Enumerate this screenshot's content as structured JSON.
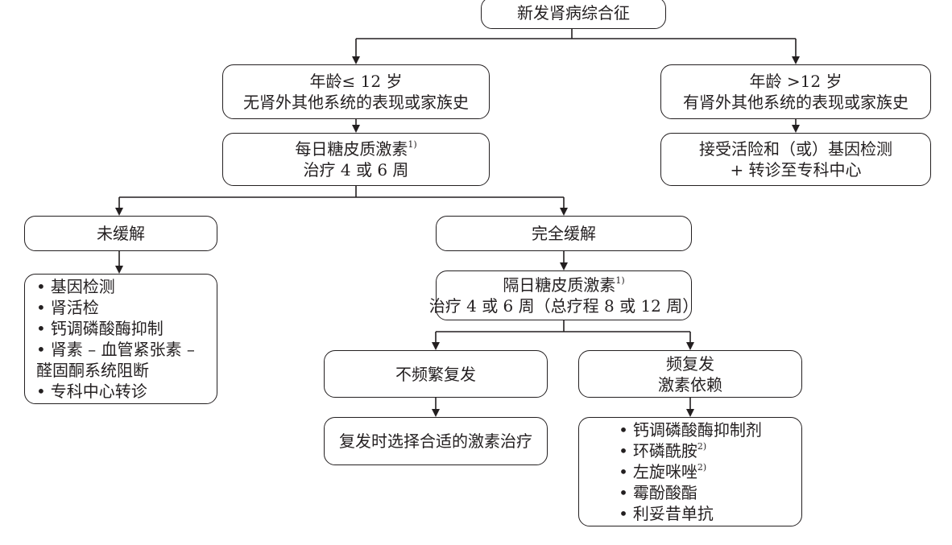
{
  "nodes": {
    "start": {
      "line1": "新发肾病综合征"
    },
    "age_low": {
      "line1": "年龄≤ 12 岁",
      "line2": "无肾外其他系统的表现或家族史"
    },
    "age_high": {
      "line1": "年龄 >12 岁",
      "line2": "有肾外其他系统的表现或家族史"
    },
    "daily_steroid": {
      "line1": "每日糖皮质激素",
      "line1_sup": "1)",
      "line2": "治疗 4 或 6 周"
    },
    "biopsy_genetic": {
      "line1": "接受活险和（或）基因检测",
      "line2": "+ 转诊至专科中心"
    },
    "no_remission": {
      "line1": "未缓解"
    },
    "complete_remission": {
      "line1": "完全缓解"
    },
    "no_remission_actions": {
      "items": [
        "基因检测",
        "肾活检",
        "钙调磷酸酶抑制",
        "肾素 – 血管紧张素 –",
        "醛固酮系统阻断",
        "专科中心转诊"
      ]
    },
    "alt_day_steroid": {
      "line1": "隔日糖皮质激素",
      "line1_sup": "1)",
      "line2": "治疗 4 或 6 周（总疗程 8 或 12 周）"
    },
    "infrequent_relapse": {
      "line1": "不频繁复发"
    },
    "frequent_relapse": {
      "line1": "频复发",
      "line2": "激素依赖"
    },
    "relapse_treatment": {
      "line1": "复发时选择合适的激素治疗"
    },
    "frequent_relapse_drugs": {
      "items": [
        {
          "text": "钙调磷酸酶抑制剂",
          "sup": ""
        },
        {
          "text": "环磷酰胺",
          "sup": "2)"
        },
        {
          "text": "左旋咪唑",
          "sup": "2)"
        },
        {
          "text": "霉酚酸酯",
          "sup": ""
        },
        {
          "text": "利妥昔单抗",
          "sup": ""
        }
      ]
    }
  }
}
